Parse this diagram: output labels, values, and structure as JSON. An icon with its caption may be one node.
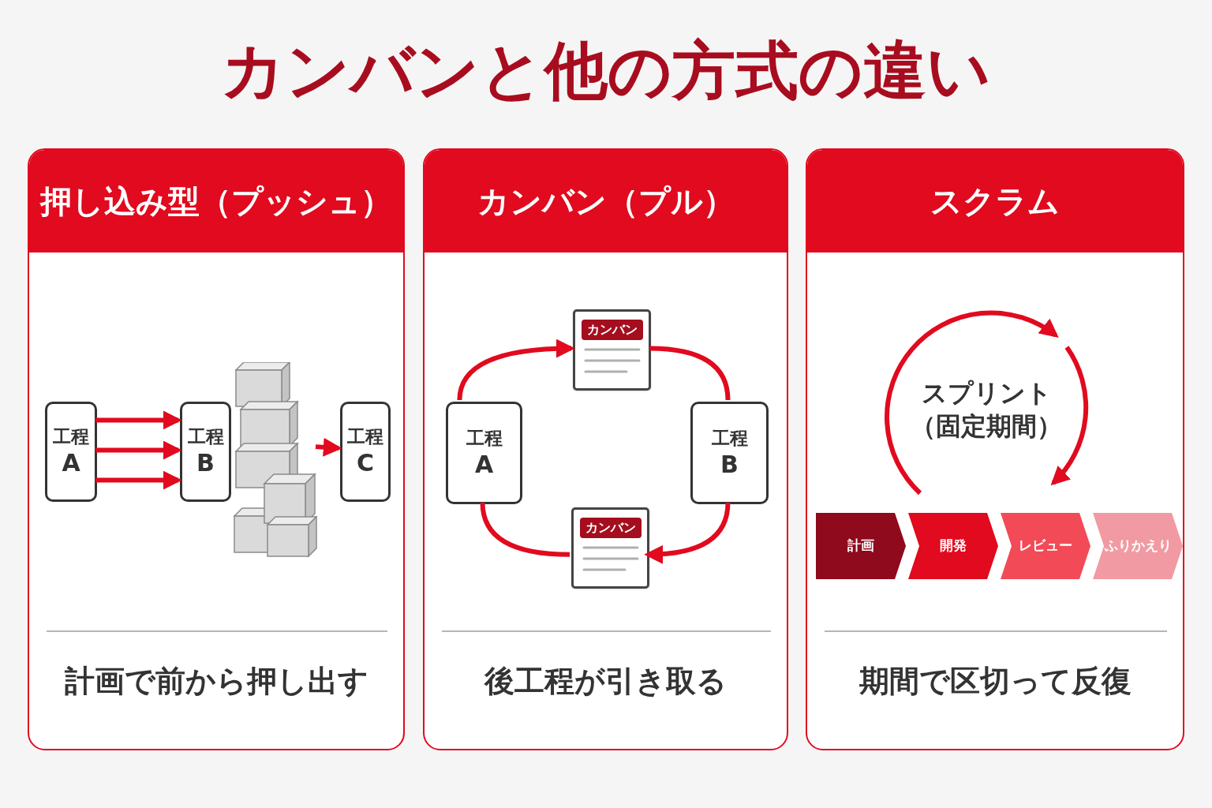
{
  "diagram": {
    "title": "カンバンと他の方式の違い",
    "nodes": [
      {
        "text": [
          "押し込み型（プッシュ）",
          "計画で前から押し出す"
        ]
      },
      {
        "text": [
          "工程",
          "A"
        ],
        "in": 0
      },
      {
        "text": [
          "工程",
          "B"
        ],
        "in": 0
      },
      {
        "text": [],
        "shape": "picture",
        "in": 0
      },
      {
        "text": [
          "工程",
          "C"
        ],
        "in": 0
      },
      {
        "text": [
          "カンバン（プル）",
          "後工程が引き取る"
        ]
      },
      {
        "text": [
          "工程",
          "A"
        ],
        "in": 5
      },
      {
        "text": [
          "カンバン"
        ],
        "in": 5
      },
      {
        "text": [
          "工程",
          "B"
        ],
        "in": 5
      },
      {
        "text": [
          "カンバン"
        ],
        "in": 5
      },
      {
        "text": [
          "スクラム",
          "期間で区切って反復"
        ]
      },
      {
        "text": [
          "計画"
        ],
        "in": 10
      },
      {
        "text": [
          "開発"
        ],
        "in": 10
      },
      {
        "text": [
          "レビュー"
        ],
        "in": 10
      },
      {
        "text": [
          "ふりかえり"
        ],
        "in": 10
      }
    ],
    "edges": [
      {
        "from": 1,
        "to": 2,
        "arrow": "to"
      },
      {
        "from": 1,
        "to": 2,
        "arrow": "to"
      },
      {
        "from": 1,
        "to": 2,
        "arrow": "to"
      },
      {
        "from": 3,
        "to": 4,
        "arrow": "to"
      },
      {
        "from": 6,
        "to": 7,
        "arrow": "to"
      },
      {
        "from": 7,
        "to": 8,
        "arrow": "none"
      },
      {
        "from": 8,
        "to": 9,
        "arrow": "to"
      },
      {
        "from": 9,
        "to": 6,
        "arrow": "none"
      }
    ],
    "labels": [
      "スプリント",
      "（固定期間）"
    ]
  }
}
